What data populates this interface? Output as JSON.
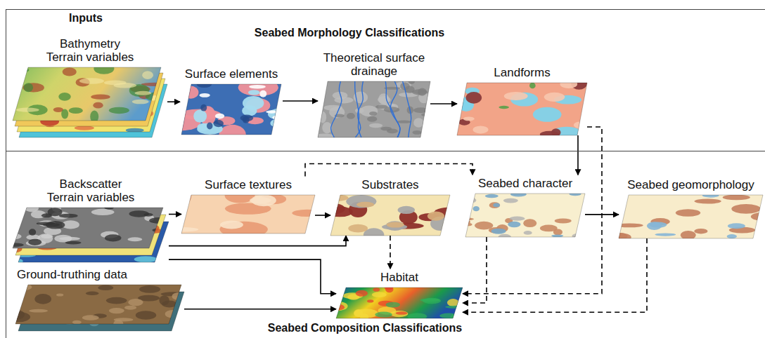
{
  "diagram": {
    "nodes": [
      {
        "text": [
          "Seabed Morphology Classifications"
        ]
      },
      {
        "text": [
          "Seabed Composition Classifications"
        ]
      },
      {
        "text": [
          "Bathymetry Terrain variables"
        ],
        "in": 0
      },
      {
        "text": [
          "Surface elements"
        ],
        "in": 0
      },
      {
        "text": [
          "Theoretical surface drainage"
        ],
        "in": 0
      },
      {
        "text": [
          "Landforms"
        ],
        "in": 0
      },
      {
        "text": [
          "Backscatter Terrain variables"
        ],
        "in": 1
      },
      {
        "text": [
          "Surface textures"
        ],
        "in": 1
      },
      {
        "text": [
          "Substrates"
        ],
        "in": 1
      },
      {
        "text": [
          "Seabed character"
        ],
        "in": 1
      },
      {
        "text": [
          "Seabed geomorphology"
        ],
        "in": 1
      },
      {
        "text": [
          "Ground-truthing data"
        ],
        "in": 1
      },
      {
        "text": [
          "Habitat"
        ],
        "in": 1
      }
    ],
    "edges": [
      {
        "from": 2,
        "to": 3,
        "arrow": "to"
      },
      {
        "from": 3,
        "to": 4,
        "arrow": "to"
      },
      {
        "from": 4,
        "to": 5,
        "arrow": "to"
      },
      {
        "from": 5,
        "to": 9,
        "arrow": "to"
      },
      {
        "from": 5,
        "to": 12,
        "arrow": "to"
      },
      {
        "from": 6,
        "to": 7,
        "arrow": "to"
      },
      {
        "from": 7,
        "to": 8,
        "arrow": "to"
      },
      {
        "from": 7,
        "to": 9,
        "arrow": "to"
      },
      {
        "from": 6,
        "to": 8,
        "arrow": "to"
      },
      {
        "from": 6,
        "to": 12,
        "arrow": "to"
      },
      {
        "from": 11,
        "to": 12,
        "arrow": "to"
      },
      {
        "from": 8,
        "to": 12,
        "arrow": "to"
      },
      {
        "from": 9,
        "to": 10,
        "arrow": "to"
      },
      {
        "from": 9,
        "to": 12,
        "arrow": "to"
      },
      {
        "from": 10,
        "to": 12,
        "arrow": "to"
      }
    ],
    "labels": [
      "Inputs"
    ]
  }
}
